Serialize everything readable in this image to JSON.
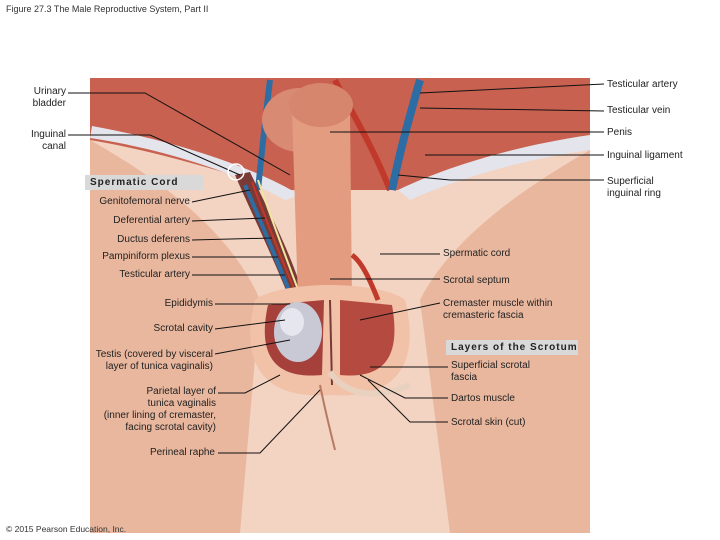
{
  "figure_title": "Figure 27.3 The Male Reproductive System, Part II",
  "copyright": "© 2015 Pearson Education, Inc.",
  "left_labels": {
    "urinary_bladder": "Urinary\nbladder",
    "inguinal_canal": "Inguinal\ncanal",
    "spermatic_cord_heading": "Spermatic Cord",
    "genitofemoral_nerve": "Genitofemoral nerve",
    "deferential_artery": "Deferential artery",
    "ductus_deferens": "Ductus deferens",
    "pampiniform_plexus": "Pampiniform plexus",
    "testicular_artery": "Testicular artery",
    "epididymis": "Epididymis",
    "scrotal_cavity": "Scrotal cavity",
    "testis": "Testis (covered by visceral\nlayer of tunica vaginalis)",
    "parietal_layer": "Parietal layer of\ntunica vaginalis\n(inner lining of cremaster,\nfacing scrotal cavity)",
    "perineal_raphe": "Perineal raphe"
  },
  "right_labels": {
    "testicular_artery": "Testicular artery",
    "testicular_vein": "Testicular vein",
    "penis": "Penis",
    "inguinal_ligament": "Inguinal ligament",
    "superficial_inguinal_ring": "Superficial\ninguinal ring",
    "spermatic_cord": "Spermatic cord",
    "scrotal_septum": "Scrotal septum",
    "cremaster_muscle": "Cremaster muscle within\ncremasteric fascia",
    "layers_heading": "Layers of the Scrotum",
    "superficial_scrotal_fascia": "Superficial scrotal\nfascia",
    "dartos_muscle": "Dartos muscle",
    "scrotal_skin": "Scrotal skin (cut)"
  },
  "colors": {
    "skin": "#e8b49a",
    "muscle": "#c8614f",
    "artery": "#c0392b",
    "vein": "#2e6da4",
    "testis": "#c9c9d6",
    "heading_box": "#d9d9d9",
    "leader_line": "#111111"
  }
}
